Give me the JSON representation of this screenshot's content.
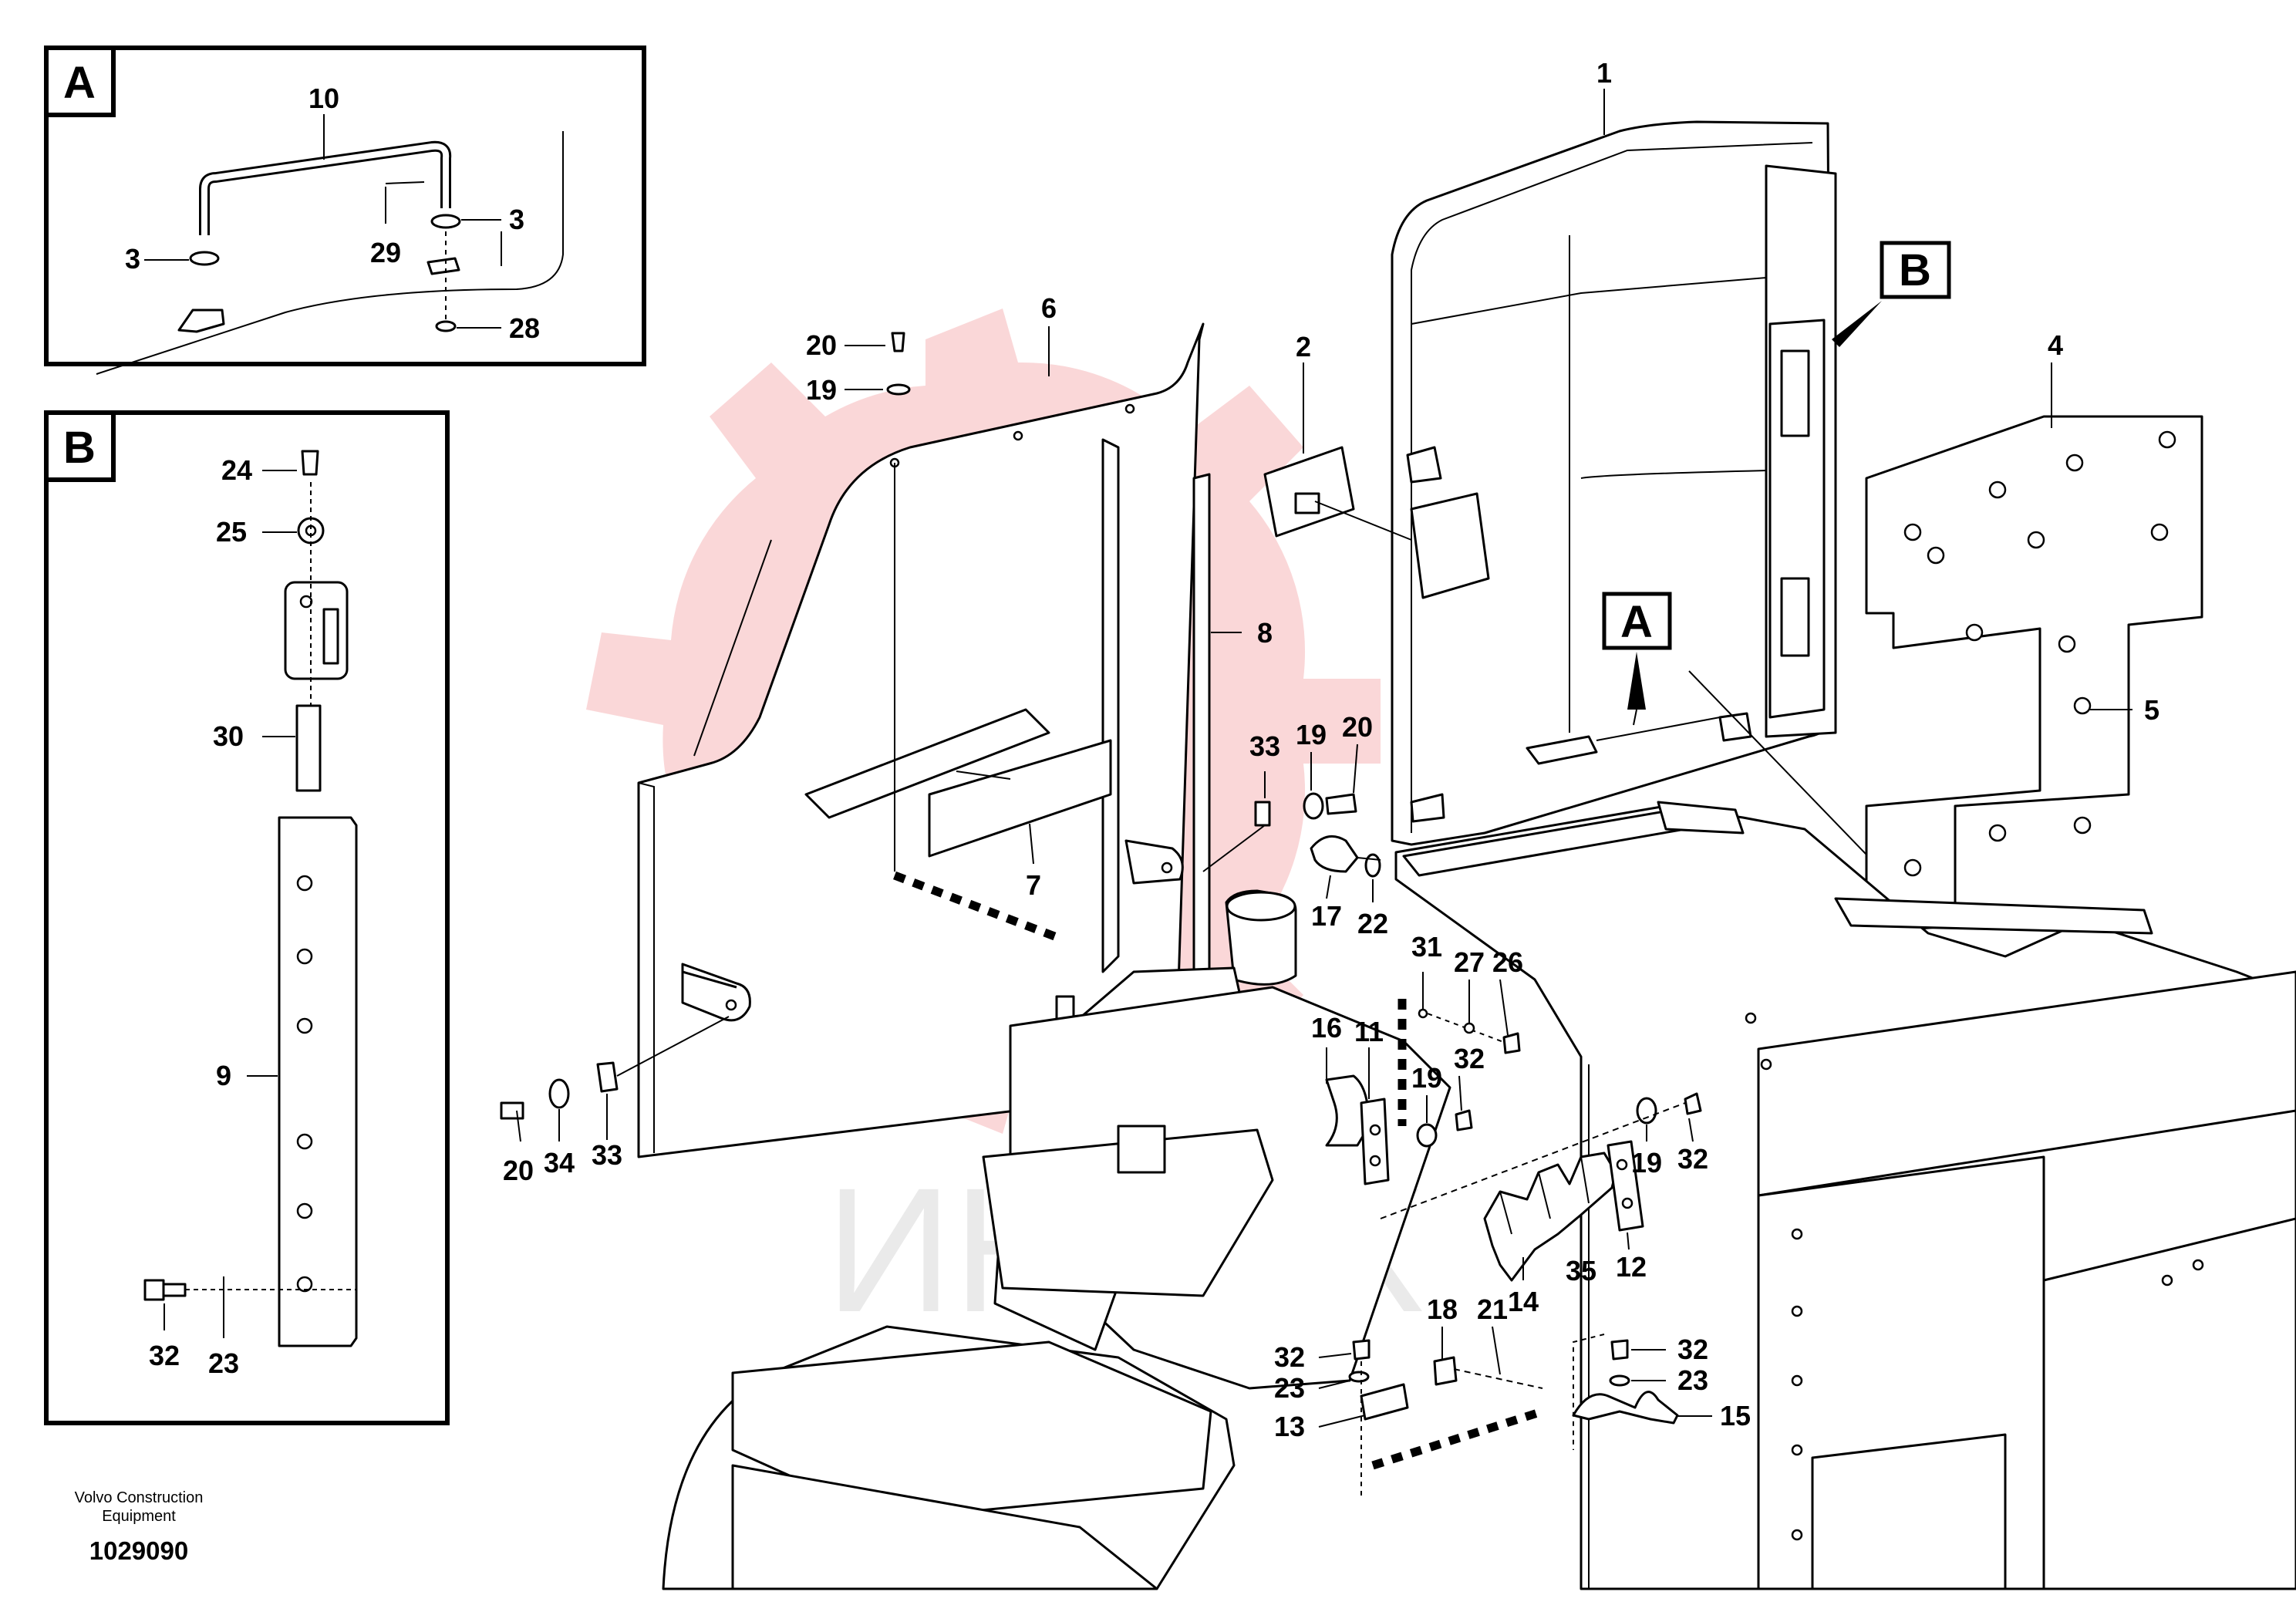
{
  "insets": [
    {
      "letter": "A"
    },
    {
      "letter": "B"
    }
  ],
  "main_callouts": {
    "A": "A",
    "B": "B"
  },
  "part_labels": [
    "1",
    "2",
    "3",
    "4",
    "5",
    "6",
    "7",
    "8",
    "9",
    "10",
    "11",
    "12",
    "13",
    "14",
    "15",
    "16",
    "17",
    "18",
    "19",
    "20",
    "21",
    "22",
    "23",
    "24",
    "25",
    "26",
    "27",
    "28",
    "29",
    "30",
    "31",
    "32",
    "33",
    "34",
    "35"
  ],
  "watermark": {
    "text": "ИНТЕХ",
    "color": "#e8353a"
  },
  "footer": {
    "company_line1": "Volvo Construction",
    "company_line2": "Equipment",
    "drawing_number": "1029090"
  }
}
